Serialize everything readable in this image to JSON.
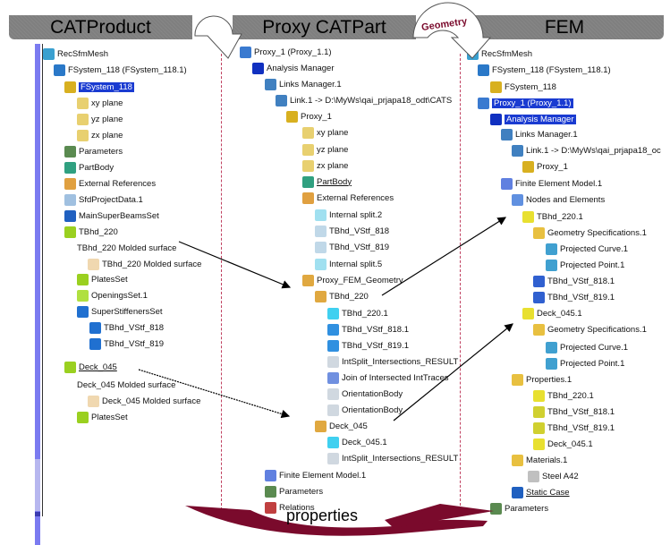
{
  "headers": {
    "left": "CATProduct",
    "middle": "Proxy CATPart",
    "right": "FEM"
  },
  "annotations": {
    "geometry": "Geometry",
    "properties": "properties"
  },
  "colors": {
    "header_bg": "#7f7f7f",
    "arrow_fill": "#7a0a2c",
    "selection": "#1a3bd1",
    "dash": "#c04060"
  },
  "catproduct": [
    {
      "label": "RecSfmMesh",
      "icon": "product-icon"
    },
    {
      "label": "FSystem_118 (FSystem_118.1)",
      "icon": "component-icon"
    },
    {
      "label": "FSystem_118",
      "icon": "part-icon",
      "selected": true
    },
    {
      "label": "xy plane",
      "icon": "plane-icon"
    },
    {
      "label": "yz plane",
      "icon": "plane-icon"
    },
    {
      "label": "zx plane",
      "icon": "plane-icon"
    },
    {
      "label": "Parameters",
      "icon": "parameters-icon"
    },
    {
      "label": "PartBody",
      "icon": "partbody-icon"
    },
    {
      "label": "External References",
      "icon": "external-references-icon"
    },
    {
      "label": "SfdProjectData.1",
      "icon": "project-data-icon"
    },
    {
      "label": "MainSuperBeamsSet",
      "icon": "beams-set-icon"
    },
    {
      "label": "TBhd_220",
      "icon": "structure-icon"
    },
    {
      "label": "TBhd_220 Molded surface",
      "icon": "none"
    },
    {
      "label": "TBhd_220 Molded surface",
      "icon": "surface-icon"
    },
    {
      "label": "PlatesSet",
      "icon": "plates-set-icon"
    },
    {
      "label": "OpeningsSet.1",
      "icon": "openings-set-icon"
    },
    {
      "label": "SuperStiffenersSet",
      "icon": "stiffeners-set-icon"
    },
    {
      "label": "TBhd_VStf_818",
      "icon": "stiffener-icon"
    },
    {
      "label": "TBhd_VStf_819",
      "icon": "stiffener-icon"
    },
    {
      "label": "Deck_045",
      "icon": "structure-icon",
      "underline": true
    },
    {
      "label": "Deck_045 Molded surface",
      "icon": "none"
    },
    {
      "label": "Deck_045 Molded surface",
      "icon": "surface-icon"
    },
    {
      "label": "PlatesSet",
      "icon": "plates-set-icon"
    }
  ],
  "proxy": [
    {
      "label": "Proxy_1 (Proxy_1.1)",
      "icon": "analysis-product-icon"
    },
    {
      "label": "Analysis Manager",
      "icon": "analysis-manager-icon"
    },
    {
      "label": "Links Manager.1",
      "icon": "links-manager-icon"
    },
    {
      "label": "Link.1 -> D:\\MyWs\\qai_prjapa18_odt\\CATS",
      "icon": "link-icon"
    },
    {
      "label": "Proxy_1",
      "icon": "part-icon"
    },
    {
      "label": "xy plane",
      "icon": "plane-icon"
    },
    {
      "label": "yz plane",
      "icon": "plane-icon"
    },
    {
      "label": "zx plane",
      "icon": "plane-icon"
    },
    {
      "label": "PartBody",
      "icon": "partbody-icon",
      "underline": true
    },
    {
      "label": "External References",
      "icon": "external-references-icon"
    },
    {
      "label": "Internal split.2",
      "icon": "split-icon"
    },
    {
      "label": "TBhd_VStf_818",
      "icon": "curve-icon"
    },
    {
      "label": "TBhd_VStf_819",
      "icon": "curve-icon"
    },
    {
      "label": "Internal split.5",
      "icon": "split-icon"
    },
    {
      "label": "Proxy_FEM_Geometry",
      "icon": "geometrical-set-icon"
    },
    {
      "label": "TBhd_220",
      "icon": "geometrical-set-icon"
    },
    {
      "label": "TBhd_220.1",
      "icon": "surface-cyan-icon"
    },
    {
      "label": "TBhd_VStf_818.1",
      "icon": "surface-blue-icon"
    },
    {
      "label": "TBhd_VStf_819.1",
      "icon": "surface-blue-icon"
    },
    {
      "label": "IntSplit_Intersections_RESULT",
      "icon": "intersection-icon"
    },
    {
      "label": "Join of Intersected IntTraces",
      "icon": "join-icon"
    },
    {
      "label": "OrientationBody",
      "icon": "intersection-icon"
    },
    {
      "label": "OrientationBody",
      "icon": "intersection-icon"
    },
    {
      "label": "Deck_045",
      "icon": "geometrical-set-icon"
    },
    {
      "label": "Deck_045.1",
      "icon": "surface-cyan-icon"
    },
    {
      "label": "IntSplit_Intersections_RESULT",
      "icon": "intersection-icon"
    },
    {
      "label": "Finite Element Model.1",
      "icon": "fem-model-icon"
    },
    {
      "label": "Parameters",
      "icon": "parameters-icon"
    },
    {
      "label": "Relations",
      "icon": "relations-icon"
    }
  ],
  "fem": [
    {
      "label": "RecSfmMesh",
      "icon": "product-icon"
    },
    {
      "label": "FSystem_118 (FSystem_118.1)",
      "icon": "component-icon"
    },
    {
      "label": "FSystem_118",
      "icon": "part-icon"
    },
    {
      "label": "Proxy_1 (Proxy_1.1)",
      "icon": "analysis-product-icon",
      "selected": true
    },
    {
      "label": "Analysis Manager",
      "icon": "analysis-manager-icon",
      "selected": true
    },
    {
      "label": "Links Manager.1",
      "icon": "links-manager-icon"
    },
    {
      "label": "Link.1 -> D:\\MyWs\\qai_prjapa18_oc",
      "icon": "link-icon"
    },
    {
      "label": "Proxy_1",
      "icon": "part-icon"
    },
    {
      "label": "Finite Element Model.1",
      "icon": "fem-model-icon"
    },
    {
      "label": "Nodes and Elements",
      "icon": "nodes-elements-icon"
    },
    {
      "label": "TBhd_220.1",
      "icon": "mesh-part-icon"
    },
    {
      "label": "Geometry Specifications.1",
      "icon": "folder-icon"
    },
    {
      "label": "Projected Curve.1",
      "icon": "projected-curve-icon"
    },
    {
      "label": "Projected Point.1",
      "icon": "projected-point-icon"
    },
    {
      "label": "TBhd_VStf_818.1",
      "icon": "beam-mesh-icon"
    },
    {
      "label": "TBhd_VStf_819.1",
      "icon": "beam-mesh-icon"
    },
    {
      "label": "Deck_045.1",
      "icon": "mesh-part-icon"
    },
    {
      "label": "Geometry Specifications.1",
      "icon": "folder-icon"
    },
    {
      "label": "Projected Curve.1",
      "icon": "projected-curve-icon"
    },
    {
      "label": "Projected Point.1",
      "icon": "projected-point-icon"
    },
    {
      "label": "Properties.1",
      "icon": "properties-folder-icon"
    },
    {
      "label": "TBhd_220.1",
      "icon": "shell-property-icon"
    },
    {
      "label": "TBhd_VStf_818.1",
      "icon": "beam-property-icon"
    },
    {
      "label": "TBhd_VStf_819.1",
      "icon": "beam-property-icon"
    },
    {
      "label": "Deck_045.1",
      "icon": "shell-property-icon"
    },
    {
      "label": "Materials.1",
      "icon": "materials-folder-icon"
    },
    {
      "label": "Steel A42",
      "icon": "material-icon"
    },
    {
      "label": "Static Case",
      "icon": "static-case-icon",
      "underline": true
    },
    {
      "label": "Parameters",
      "icon": "parameters-icon"
    }
  ]
}
